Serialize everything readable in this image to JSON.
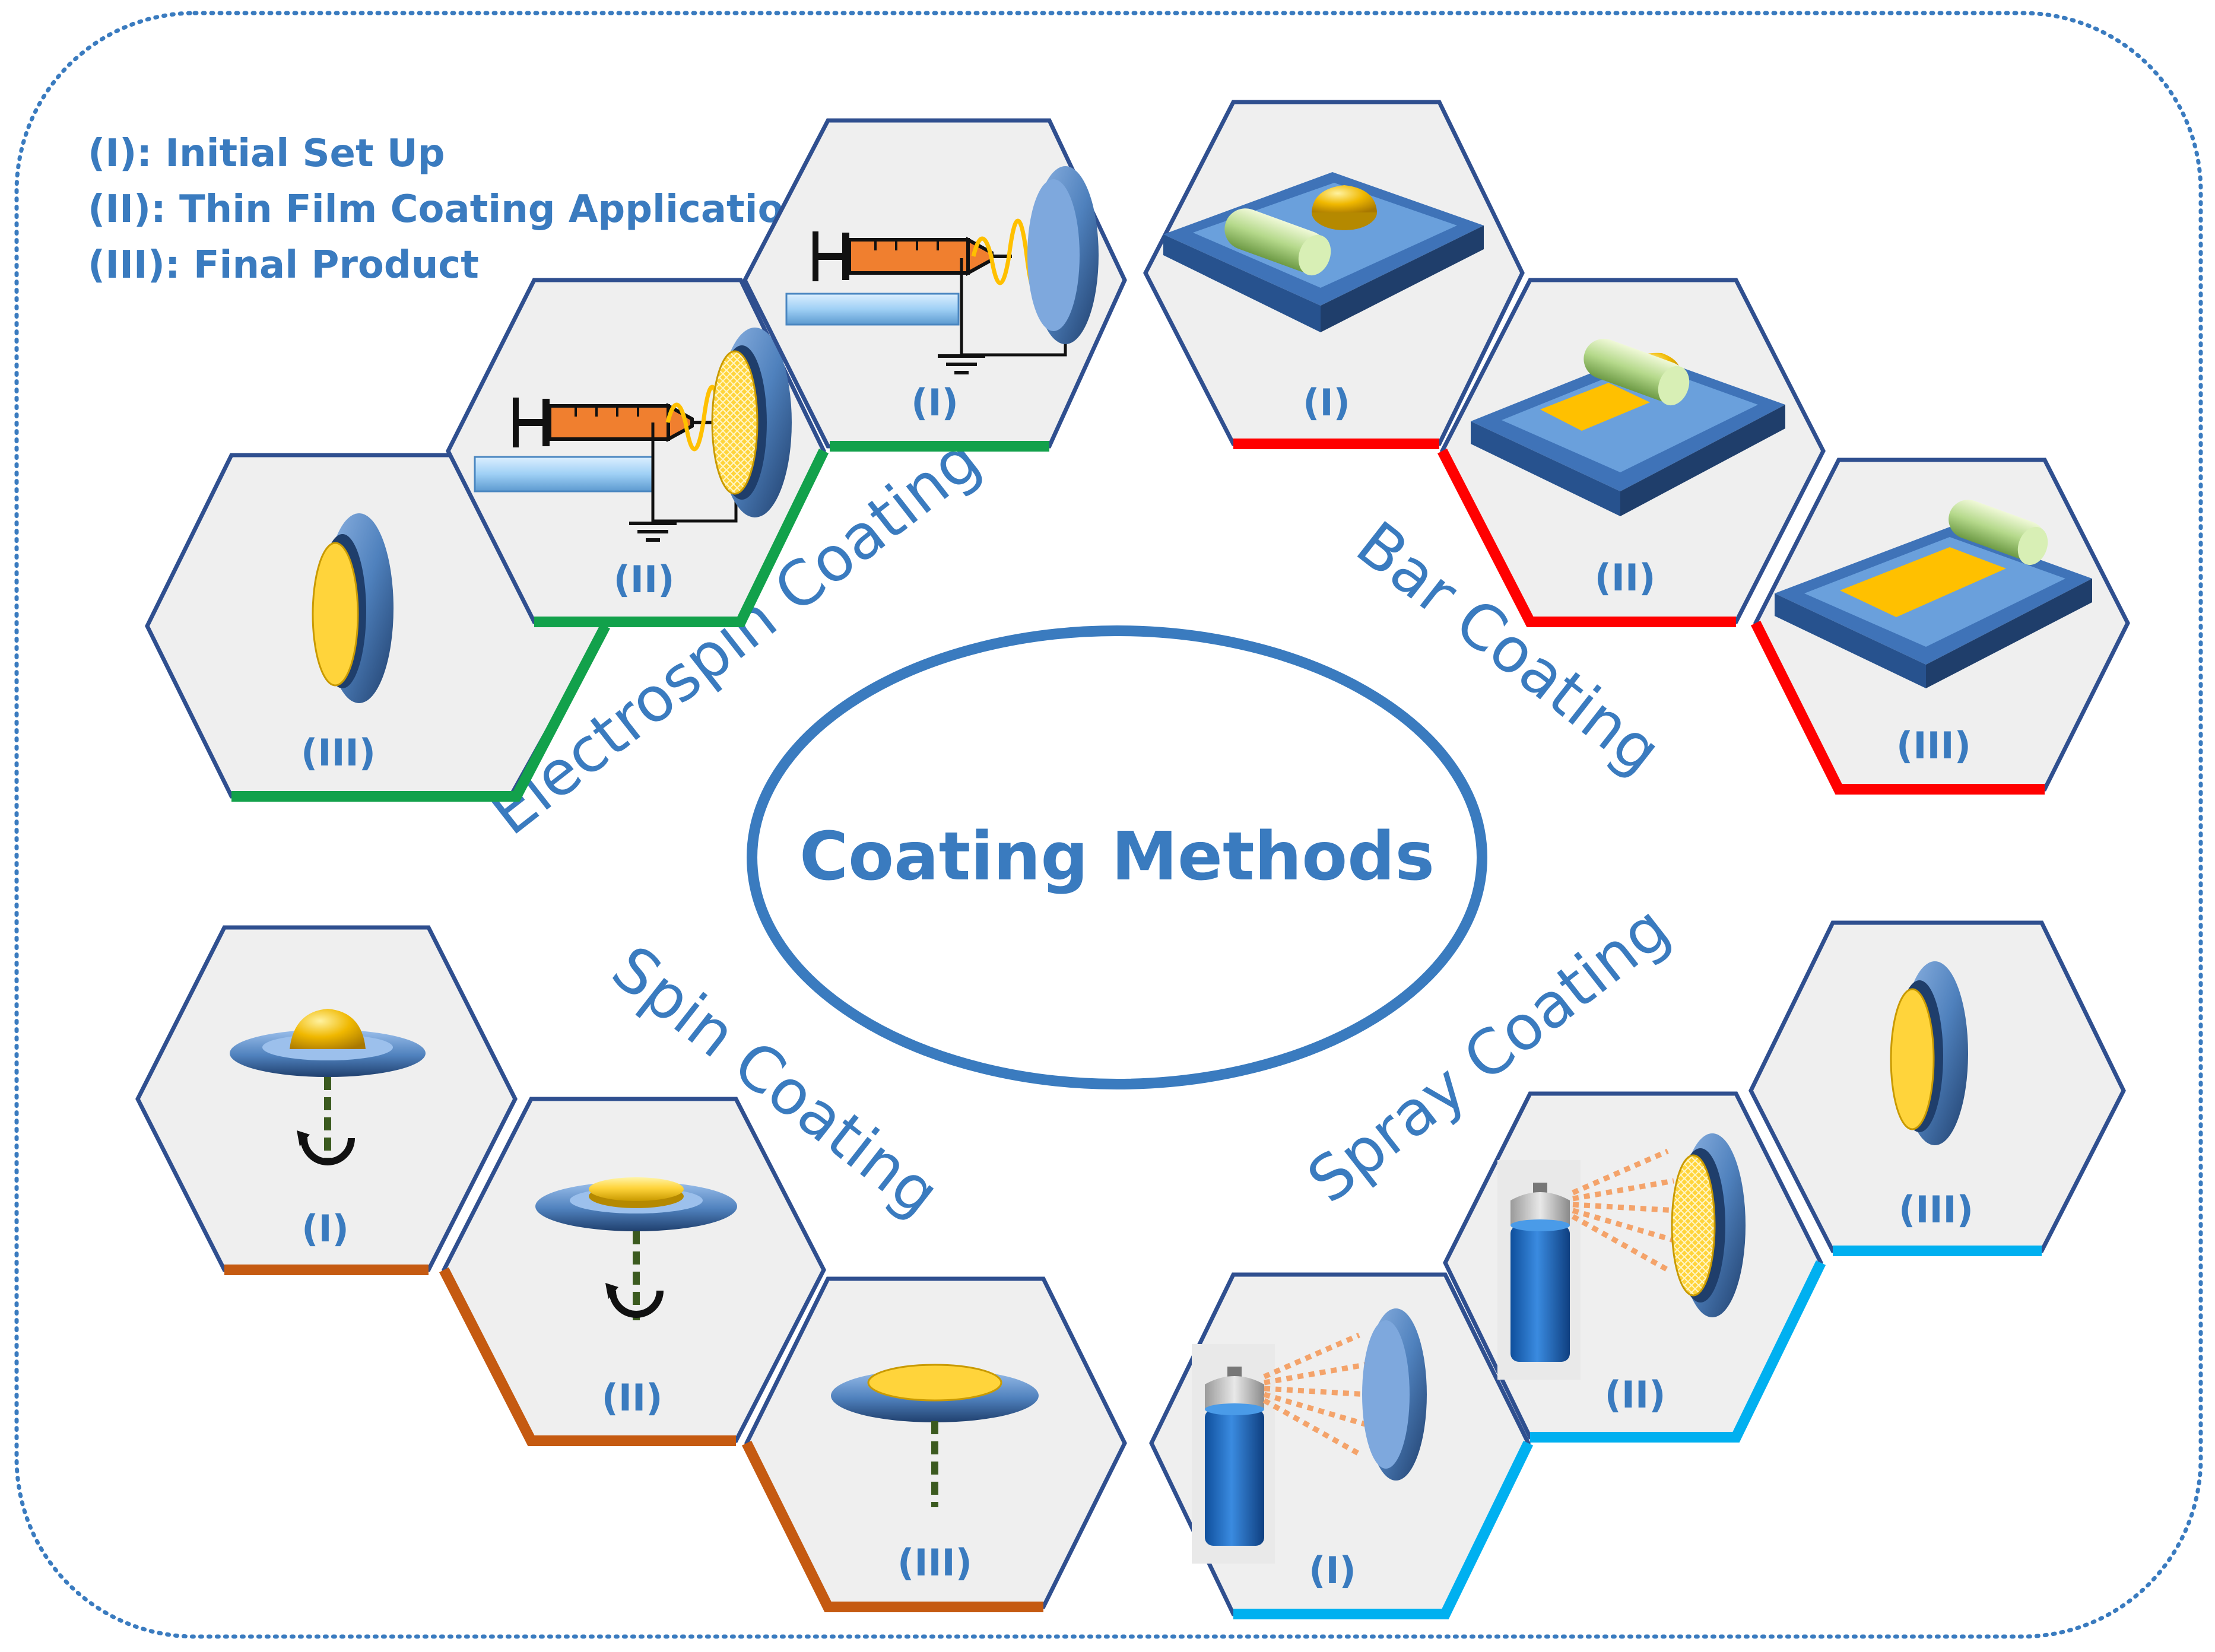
{
  "colors": {
    "blue_text": "#3a7bbf",
    "hex_stroke": "#2f4f8f",
    "hex_fill": "#efefef",
    "ellipse": "#3a7bbf",
    "frame_dots": "#3a7bbf",
    "electrospin": "#12a14b",
    "bar": "#ff0000",
    "spin": "#c55a11",
    "spray": "#00b0f0",
    "gold": "#ffd43b",
    "dish": "#4f81bd",
    "orange": "#f07f2f"
  },
  "legend": [
    "(I): Initial Set Up",
    "(II): Thin Film Coating Application",
    "(III): Final Product"
  ],
  "center_title": "Coating Methods",
  "methods": [
    {
      "id": "electrospin",
      "name": "Electrospin Coating"
    },
    {
      "id": "bar",
      "name": "Bar Coating"
    },
    {
      "id": "spin",
      "name": "Spin Coating"
    },
    {
      "id": "spray",
      "name": "Spray Coating"
    }
  ],
  "stage_labels": {
    "i": "(I)",
    "ii": "(II)",
    "iii": "(III)"
  },
  "icons": {
    "electrospin_i": "syringe-grounded-collector-icon",
    "electrospin_ii": "syringe-fiber-collector-icon",
    "electrospin_iii": "coated-collector-icon",
    "bar_i": "bar-with-drop-icon",
    "bar_ii": "bar-spreading-film-icon",
    "bar_iii": "bar-finished-film-icon",
    "spin_i": "spin-disc-drop-icon",
    "spin_ii": "spin-disc-spreading-icon",
    "spin_iii": "spin-disc-film-icon",
    "spray_i": "spray-can-blank-target-icon",
    "spray_ii": "spray-can-coating-target-icon",
    "spray_iii": "sprayed-target-icon"
  }
}
